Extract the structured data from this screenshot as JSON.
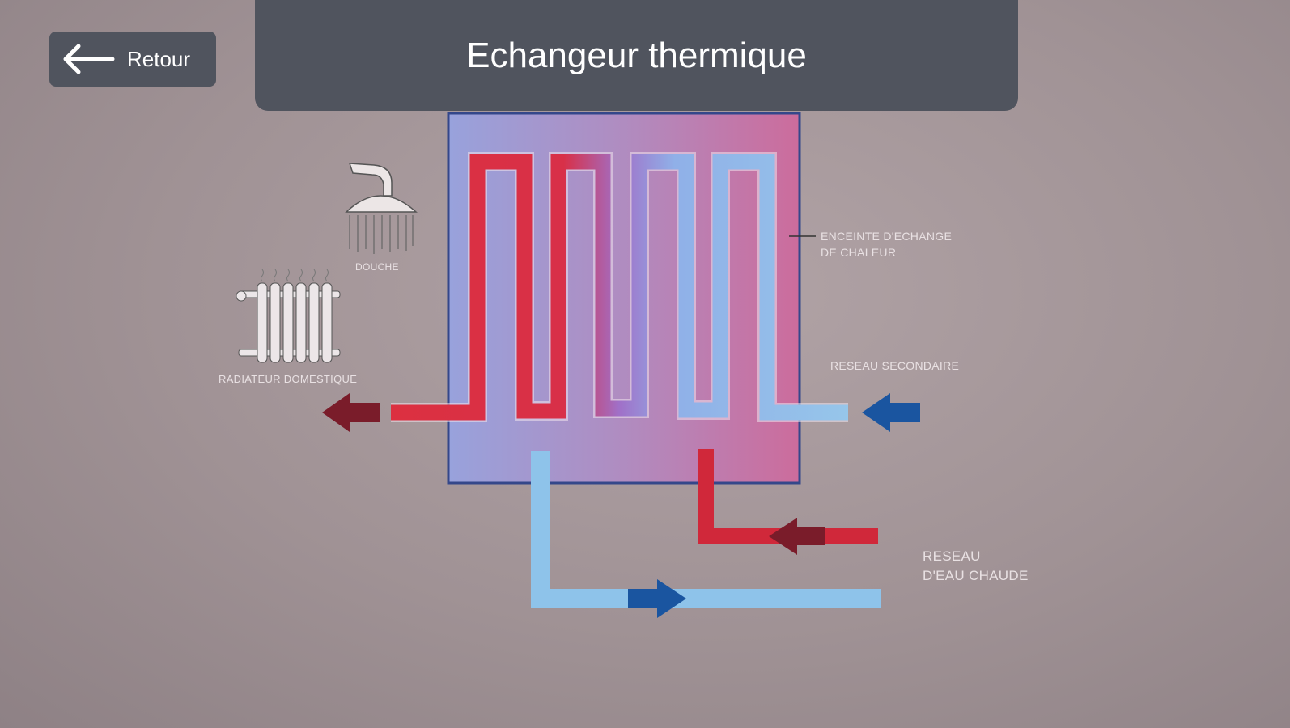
{
  "header": {
    "title": "Echangeur thermique"
  },
  "nav": {
    "back_label": "Retour"
  },
  "labels": {
    "enclosure_line1": "ENCEINTE D'ECHANGE",
    "enclosure_line2": "DE CHALEUR",
    "secondary_network": "RESEAU SECONDAIRE",
    "hot_water_line1": "RESEAU",
    "hot_water_line2": "D'EAU CHAUDE",
    "shower": "DOUCHE",
    "radiator": "RADIATEUR DOMESTIQUE"
  },
  "colors": {
    "hot": "#d8303e",
    "cold": "#8ec3ea",
    "hot_arrow": "#7a1c2a",
    "cold_arrow": "#1a55a0",
    "header": "#50545e"
  }
}
